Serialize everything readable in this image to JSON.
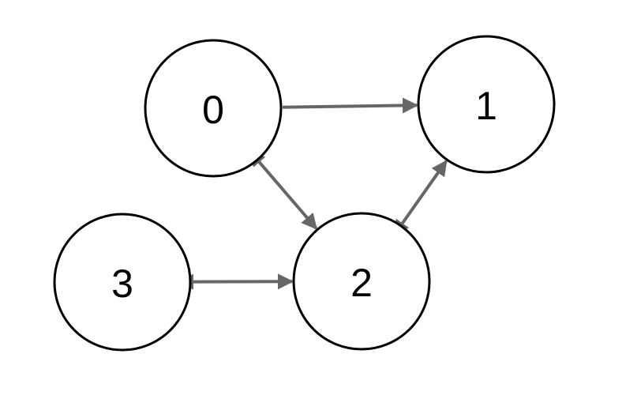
{
  "graph": {
    "nodes": [
      {
        "id": "0",
        "label": "0"
      },
      {
        "id": "1",
        "label": "1"
      },
      {
        "id": "2",
        "label": "2"
      },
      {
        "id": "3",
        "label": "3"
      }
    ],
    "edges": [
      {
        "from": "0",
        "to": "1",
        "direction": "forward"
      },
      {
        "from": "0",
        "to": "2",
        "direction": "both"
      },
      {
        "from": "2",
        "to": "1",
        "direction": "both"
      },
      {
        "from": "3",
        "to": "2",
        "direction": "both"
      }
    ],
    "colors": {
      "edge": "#666666",
      "node_stroke": "#000000",
      "node_fill": "#ffffff",
      "label": "#000000"
    }
  }
}
